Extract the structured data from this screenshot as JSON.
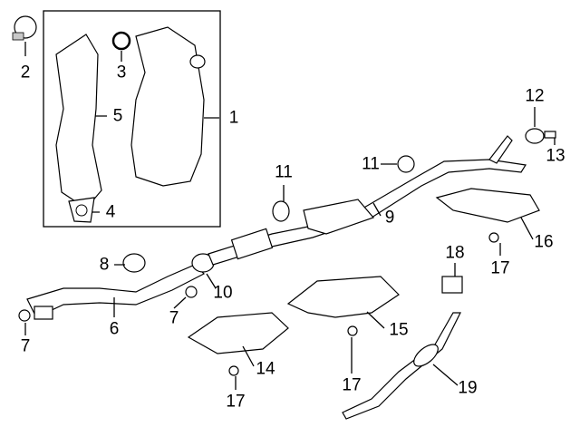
{
  "diagram": {
    "type": "exhaust-system-parts-diagram",
    "callouts": [
      "1",
      "2",
      "3",
      "4",
      "5",
      "6",
      "7",
      "7",
      "8",
      "9",
      "10",
      "11",
      "11",
      "12",
      "13",
      "14",
      "15",
      "16",
      "17",
      "17",
      "17",
      "18",
      "19"
    ]
  }
}
